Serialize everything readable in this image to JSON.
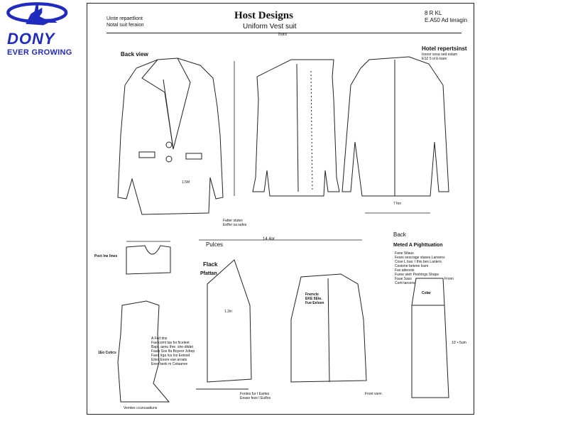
{
  "brand": {
    "name": "DONY",
    "tagline": "EVER GROWING",
    "colors": {
      "logo": "#1f2bbf"
    }
  },
  "sheet": {
    "title": "Host Designs",
    "subtitle": "Uniform Vest suit",
    "header_left": [
      "Uinte repaetliont",
      "Notal suit feraion"
    ],
    "header_right": [
      "8 R KL",
      "E.A50 Ad teragin"
    ],
    "center_mark": "front"
  },
  "labels": {
    "back_view": "Back view",
    "hotel_title": "Hotel repertsinst",
    "hotel_sub": [
      "Ixsoor sosa oed eslam",
      "ES2 5 ol E-bare"
    ],
    "pattern_notes": [
      "Fatter stutes",
      "Eeffer sa safes"
    ],
    "pieces": "Pulces",
    "pocket_lines": "Poct lne lines",
    "flack": "Flack",
    "pfattan": "Pfattan",
    "side_cutics": "1Eo Cutics",
    "bottom_left": "Vemtes ccuncaatiuns",
    "pattern_note_bottom": [
      "Fontes fur I Eartes",
      "Eeaso feze l Eutfos"
    ],
    "front_view": "Front viem",
    "panel_text": [
      "Fnencle",
      "EKE 5Ete.",
      "Fue Eelsen"
    ],
    "back": "Back",
    "method_title": "Meted A Pighttuation",
    "method_bullets": [
      "Fane Stlaus",
      "Fears sescrage stases Lansens",
      "Cose L bas: I this bes Lanters",
      "Cestone betene Issm",
      "Fas atteoots",
      "Furee stetr Pestrings Shaps",
      "Faue Sass",
      "Cortt tarcens"
    ],
    "collar": "Colar",
    "fronn": "Fronn",
    "sleeve_len": "10' • 5um",
    "dim_1": "14 4or",
    "dim_2": "7 fon",
    "dim_3": "1.2in",
    "dim_4": "1.5M",
    "list_notes": [
      "A Fed tins",
      "Faercomt tas for ficeleet",
      "Bapt. aenu Ihre. she-ditdet",
      "Faais Sos Ifa Boyeor Jvbep",
      "Faes Irga Ica Ins Eetsod",
      "Eites Esore ese aroats",
      "Eeer beok m Cetaanve"
    ]
  }
}
